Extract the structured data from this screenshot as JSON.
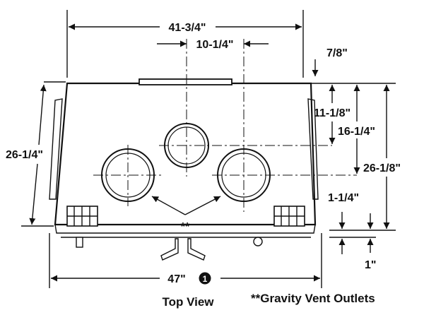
{
  "labels": {
    "overall_width": "41-3/4\"",
    "outlet_spacing": "10-1/4\"",
    "top_offset": "7/8\"",
    "center_top": "11-1/8\"",
    "side_center": "16-1/4\"",
    "overall_depth": "26-1/8\"",
    "left_depth": "26-1/4\"",
    "bottom_offset": "1-1/4\"",
    "bottom_lip": "1\"",
    "bottom_width": "47\"",
    "note_marker": "1",
    "outlet_marker": "**",
    "view_title": "Top View",
    "legend": "**Gravity Vent Outlets"
  }
}
